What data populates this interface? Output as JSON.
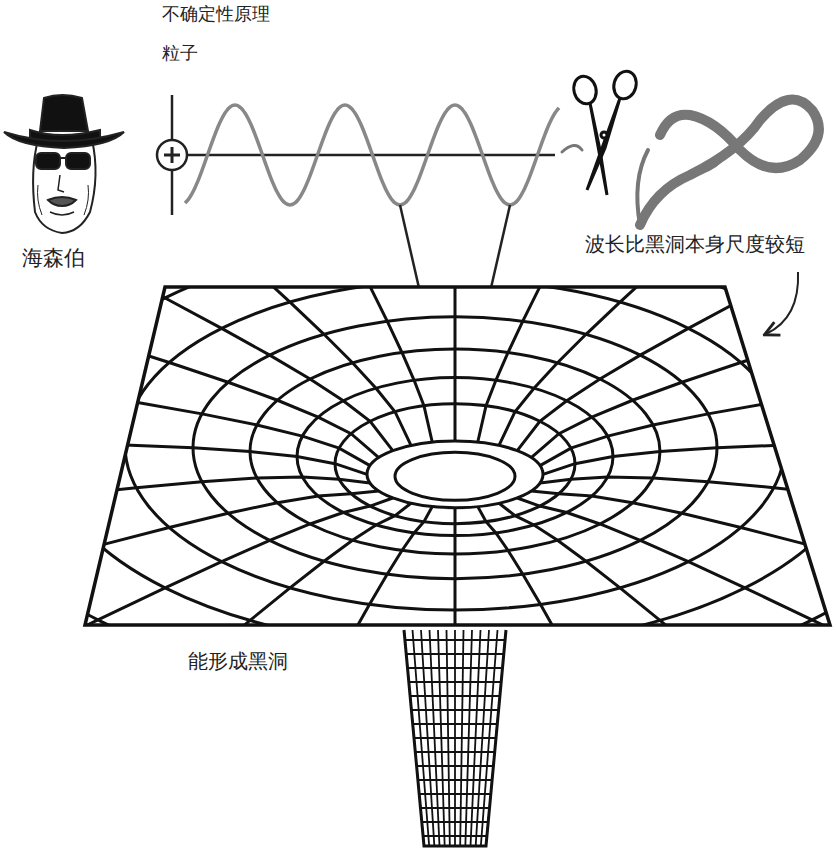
{
  "diagram": {
    "labels": [
      "不确定性原理",
      "粒子",
      "海森伯",
      "波长比黑洞本身尺度较短",
      "能形成黑洞"
    ]
  }
}
